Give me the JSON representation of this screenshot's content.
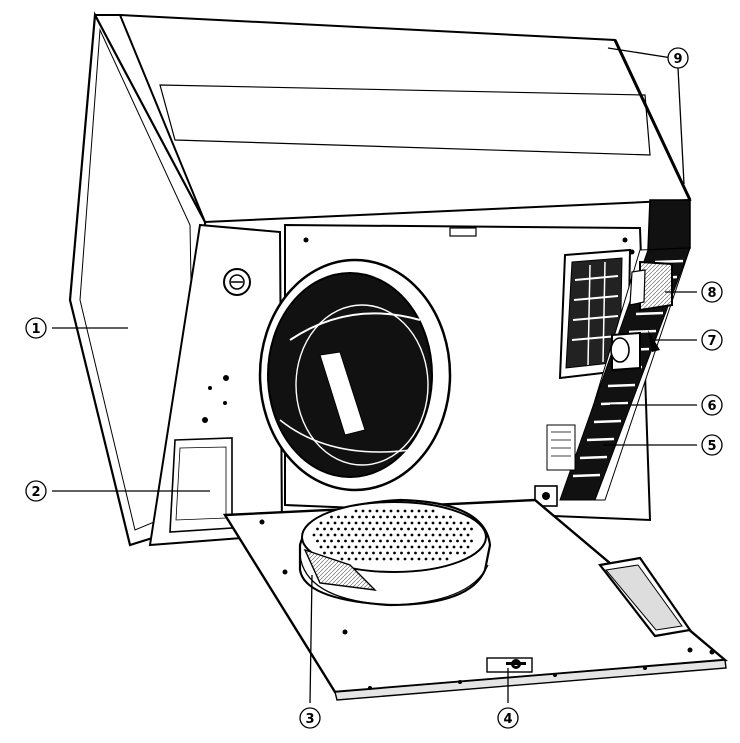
{
  "diagram": {
    "callouts": [
      {
        "id": "1",
        "label": "①"
      },
      {
        "id": "2",
        "label": "②"
      },
      {
        "id": "3",
        "label": "③"
      },
      {
        "id": "4",
        "label": "④"
      },
      {
        "id": "5",
        "label": "⑤"
      },
      {
        "id": "6",
        "label": "⑥"
      },
      {
        "id": "7",
        "label": "⑦"
      },
      {
        "id": "8",
        "label": "⑧"
      },
      {
        "id": "9",
        "label": "⑨"
      }
    ]
  },
  "colors": {
    "ink": "#000000",
    "paper": "#ffffff",
    "shade": "#d9d9d9",
    "dark": "#1a1a1a"
  }
}
